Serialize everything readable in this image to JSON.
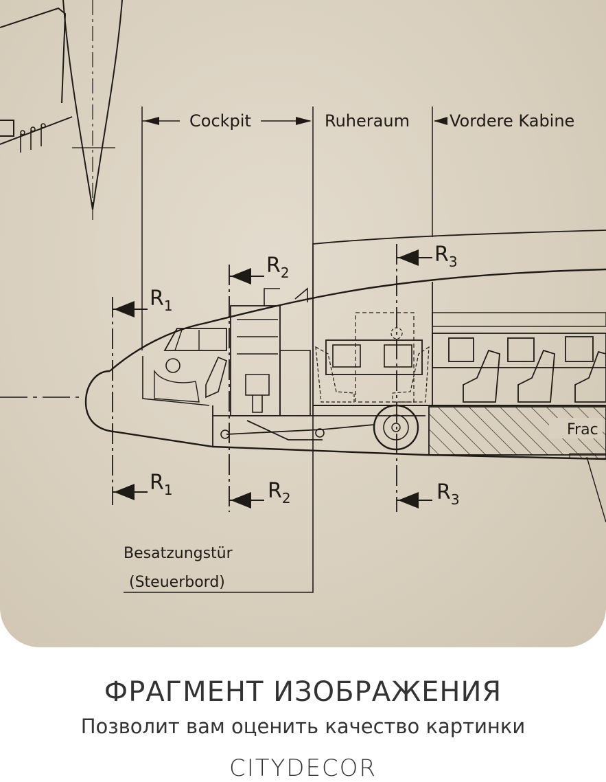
{
  "diagram": {
    "sections": [
      "Cockpit",
      "Ruheraum",
      "Vordere Kabine"
    ],
    "section_labels": {
      "r1_top": "R",
      "r2_top": "R",
      "r3_top": "R",
      "r1_bottom": "R",
      "r2_bottom": "R",
      "r3_bottom": "R"
    },
    "section_subscripts": {
      "r1": "1",
      "r2": "2",
      "r3": "3"
    },
    "door_label_line1": "Besatzungstür",
    "door_label_line2": "(Steuerbord)",
    "cargo_label": "Frac"
  },
  "footer": {
    "title": "ФРАГМЕНТ ИЗОБРАЖЕНИЯ",
    "subtitle": "Позволит вам оценить качество картинки",
    "brand": "CITYDECOR"
  },
  "colors": {
    "paper": "#d9d0bf",
    "ink": "#1e1a16",
    "footer_text": "#333333"
  }
}
